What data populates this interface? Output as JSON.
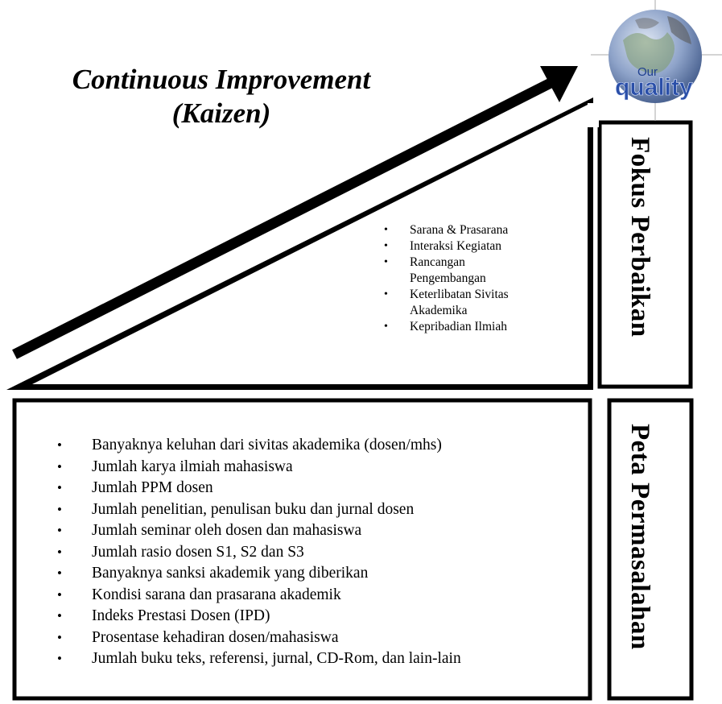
{
  "title": {
    "line1": "Continuous Improvement",
    "line2": "(Kaizen)"
  },
  "focus": {
    "label": "Fokus Perbaikan",
    "items": [
      "Sarana & Prasarana",
      "Interaksi Kegiatan",
      "Rancangan Pengembangan",
      "Keterlibatan Sivitas Akademika",
      "Kepribadian Ilmiah"
    ]
  },
  "problems": {
    "label": "Peta Permasalahan",
    "items": [
      "Banyaknya keluhan dari sivitas akademika (dosen/mhs)",
      "Jumlah karya ilmiah mahasiswa",
      "Jumlah PPM dosen",
      "Jumlah penelitian, penulisan buku dan jurnal dosen",
      "Jumlah seminar oleh dosen dan mahasiswa",
      "Jumlah rasio dosen S1, S2 dan S3",
      "Banyaknya sanksi akademik yang diberikan",
      "Kondisi sarana dan prasarana akademik",
      "Indeks Prestasi Dosen (IPD)",
      "Prosentase kehadiran dosen/mahasiswa",
      "Jumlah buku teks, referensi, jurnal, CD-Rom, dan lain-lain"
    ]
  },
  "logo": {
    "line1": "Our",
    "line2": "quality",
    "globe_color": "#6b86b8",
    "text_color": "#2a4fa8"
  }
}
